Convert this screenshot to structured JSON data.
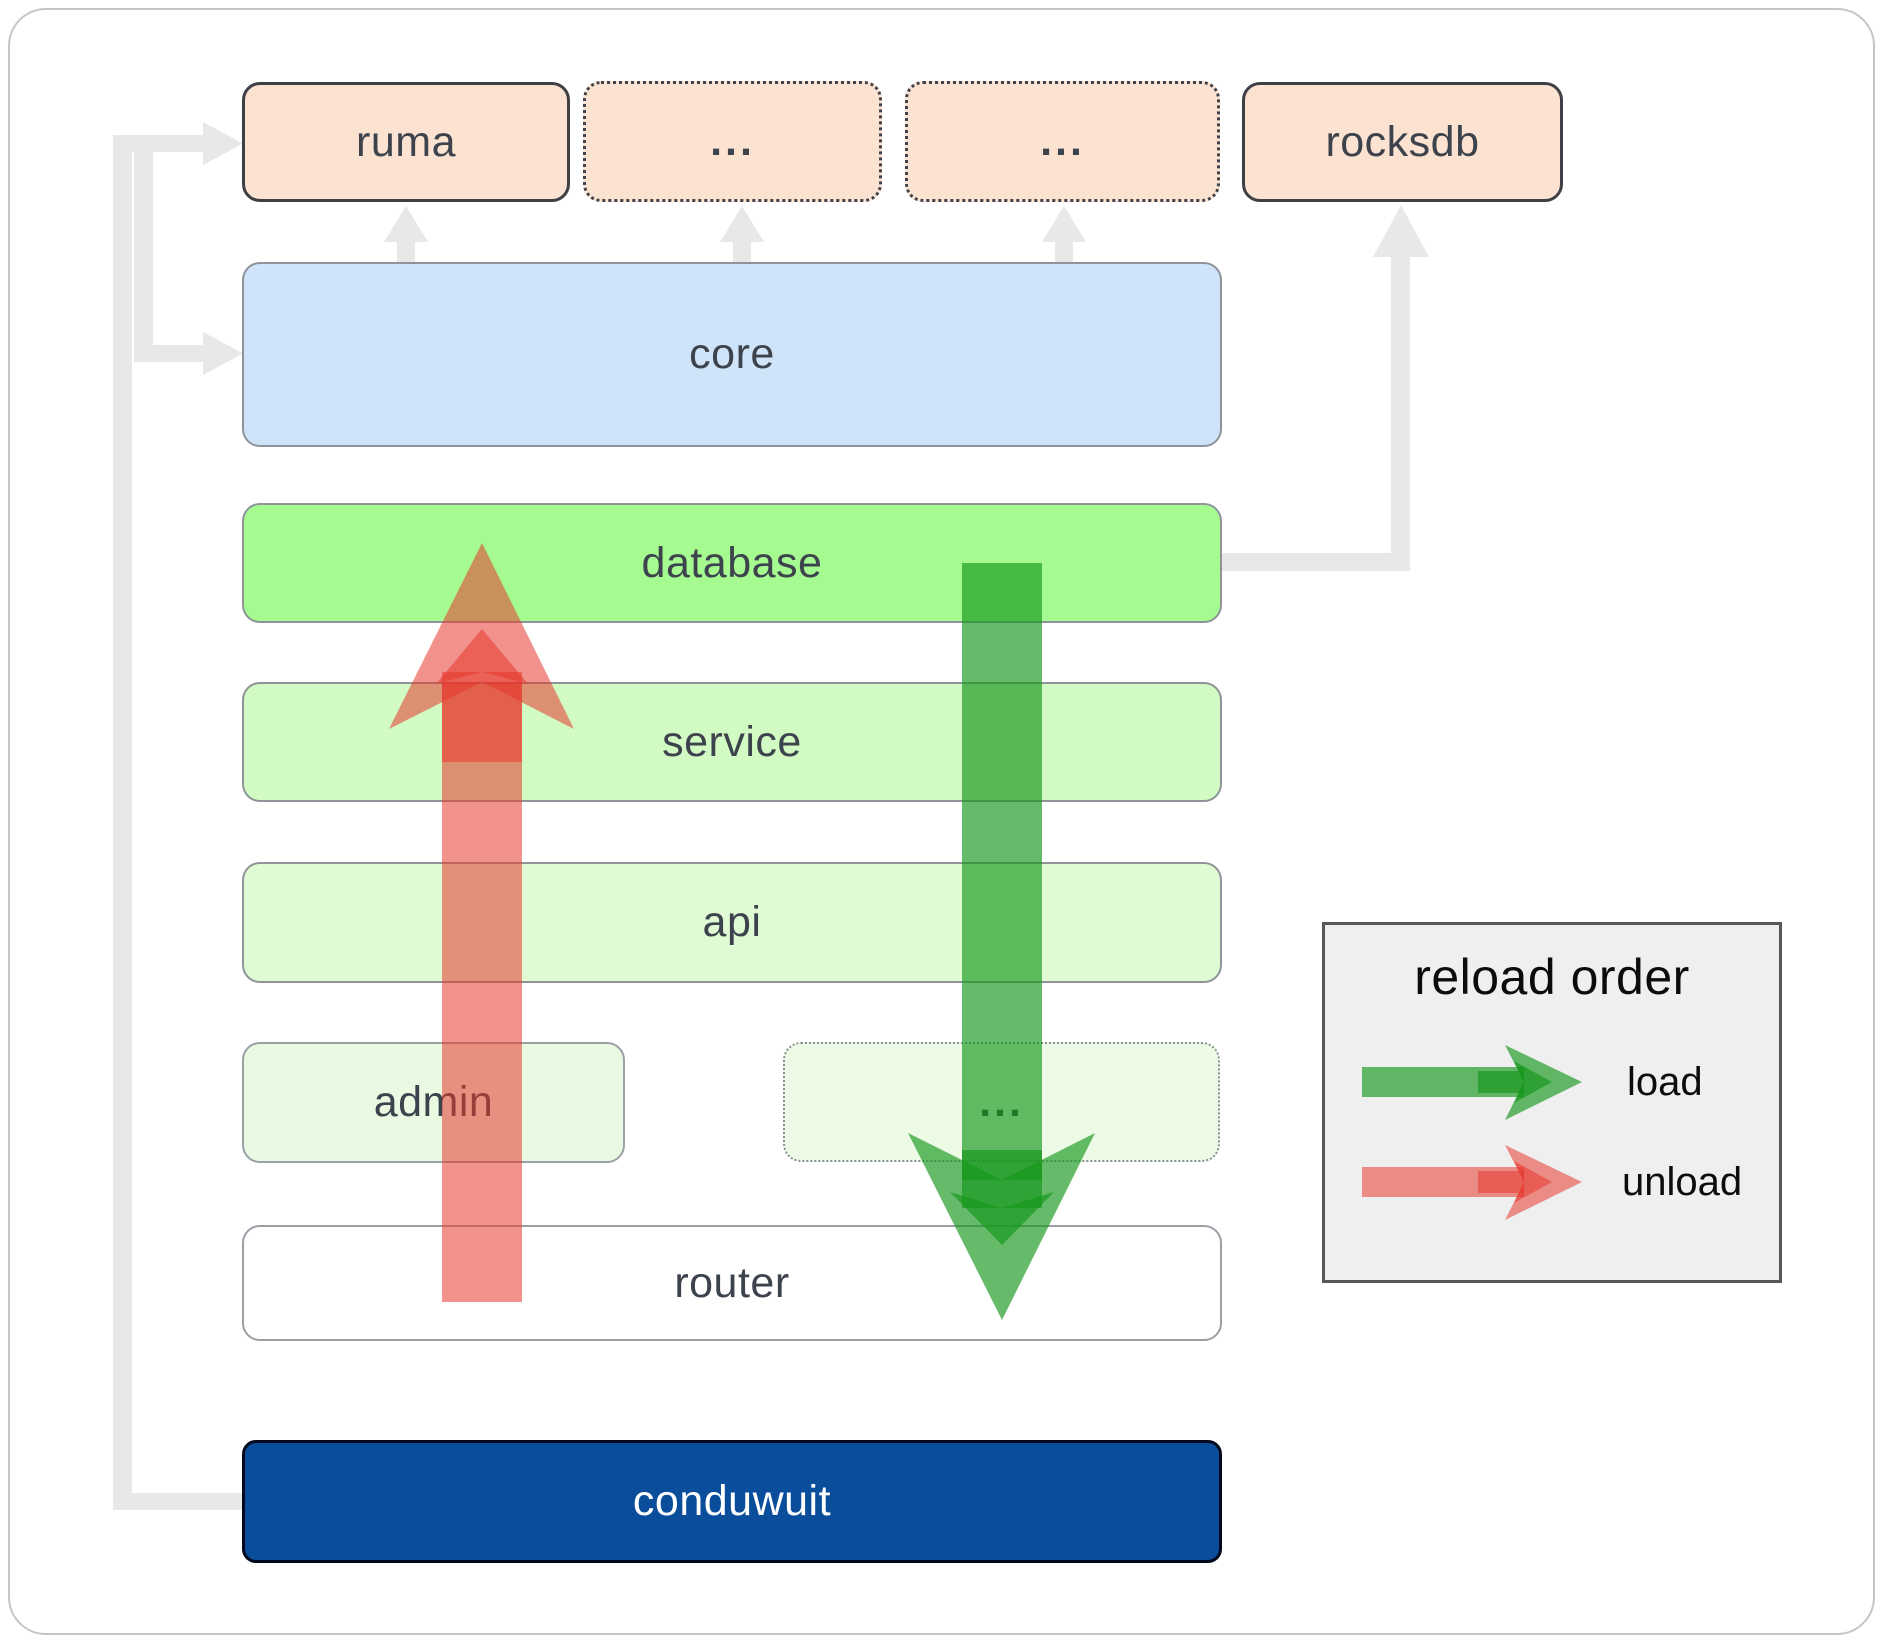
{
  "diagram": {
    "title_hint": "conduwuit module reload architecture",
    "nodes": {
      "ruma": {
        "label": "ruma"
      },
      "dep_more_1": {
        "label": "..."
      },
      "dep_more_2": {
        "label": "..."
      },
      "rocksdb": {
        "label": "rocksdb"
      },
      "core": {
        "label": "core"
      },
      "database": {
        "label": "database"
      },
      "service": {
        "label": "service"
      },
      "api": {
        "label": "api"
      },
      "admin": {
        "label": "admin"
      },
      "service_more": {
        "label": "..."
      },
      "router": {
        "label": "router"
      },
      "conduwuit": {
        "label": "conduwuit"
      }
    },
    "edges": {
      "gray_bus": [
        "conduwuit to ruma",
        "conduwuit to core",
        "database to rocksdb",
        "core to ruma",
        "core to dep_more_1",
        "core to dep_more_2"
      ],
      "load_arrow_direction": "database down to router",
      "unload_arrow_direction": "router up to database"
    }
  },
  "legend": {
    "title": "reload order",
    "load_label": "load",
    "unload_label": "unload"
  },
  "colors": {
    "dependency_fill": "#fce3d1",
    "core_fill": "#cfe4f8",
    "database_fill": "#a5fb90",
    "service_fill": "#d2fac3",
    "api_fill": "#e0fbd4",
    "admin_fill": "#eafae2",
    "router_fill": "#ffffff",
    "conduwuit_fill": "#0a4d9b",
    "conduwuit_text": "#ffffff",
    "label_text": "#3d434d",
    "gray_edge": "#e8e8e8",
    "load_arrow": "rgba(20,150,26,0.65)",
    "unload_arrow": "rgba(229,57,45,0.55)",
    "legend_background": "#efefef"
  }
}
